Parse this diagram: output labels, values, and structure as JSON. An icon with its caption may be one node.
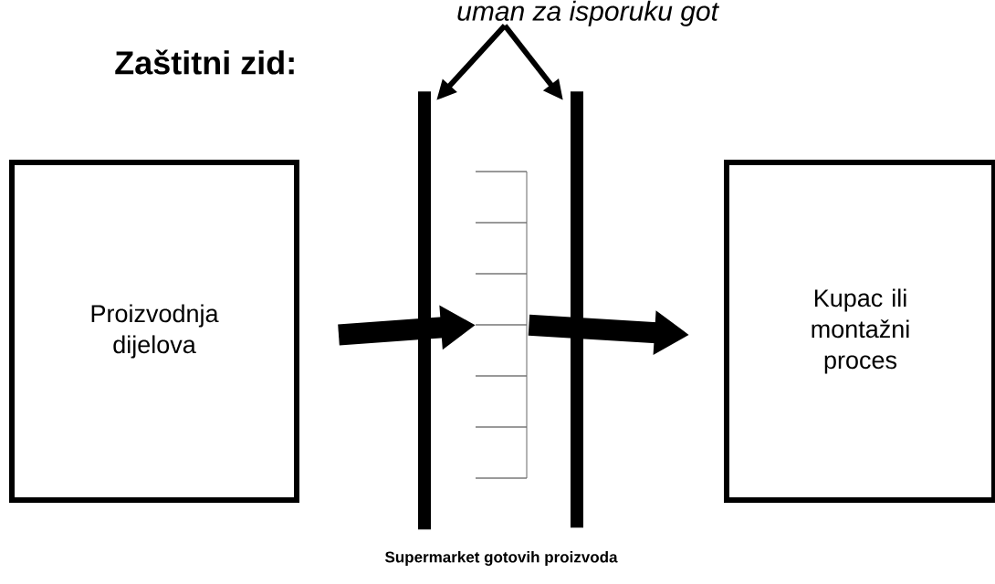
{
  "diagram": {
    "nodes": [
      {
        "text": [
          "uman za isporuku got"
        ]
      },
      {
        "text": [],
        "shape": "bar"
      },
      {
        "text": [],
        "shape": "bar"
      },
      {
        "text": [
          "Proizvodnja dijelova"
        ]
      },
      {
        "text": [],
        "shape": "box"
      },
      {
        "text": [
          "Kupac ili montažni proces"
        ]
      }
    ],
    "edges": [
      {
        "from": 0,
        "to": 1,
        "arrow": "to"
      },
      {
        "from": 0,
        "to": 2,
        "arrow": "to"
      },
      {
        "from": 3,
        "to": 4,
        "arrow": "to",
        "style": "thick"
      },
      {
        "from": 4,
        "to": 5,
        "arrow": "to",
        "style": "thick"
      }
    ],
    "labels": [
      "Zaštitni zid:",
      "Supermarket gotovih proizvoda"
    ]
  }
}
